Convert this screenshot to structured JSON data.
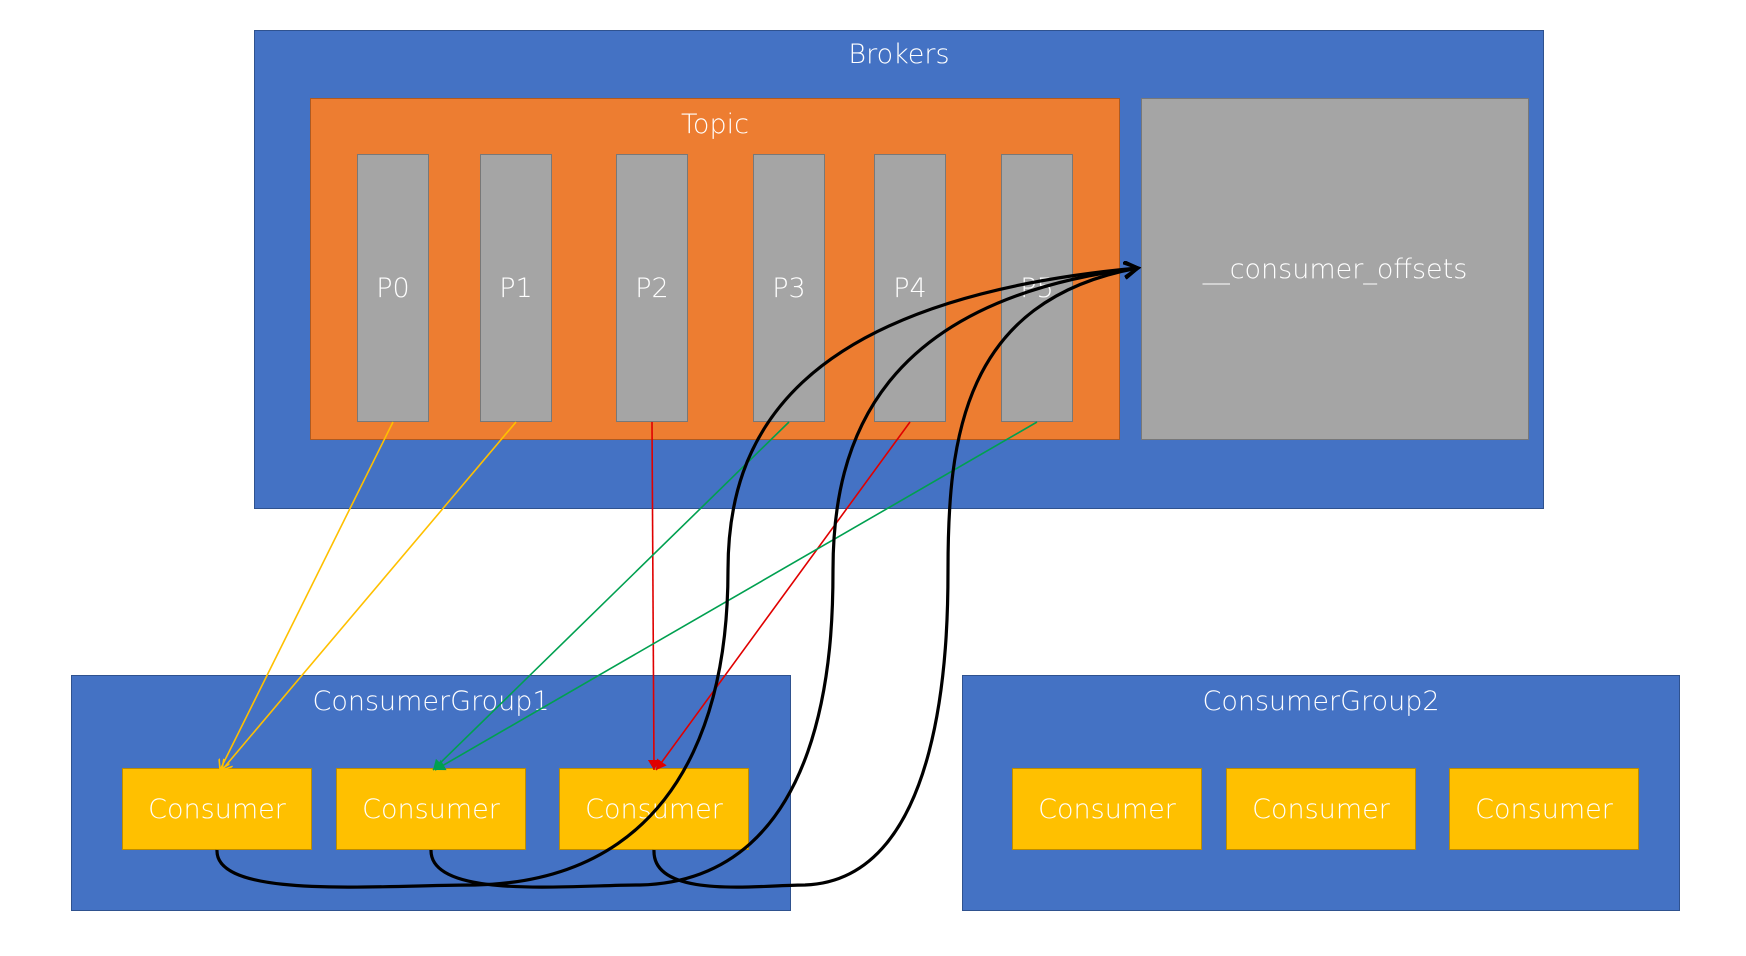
{
  "brokers": {
    "label": "Brokers"
  },
  "topic": {
    "label": "Topic",
    "partitions": [
      "P0",
      "P1",
      "P2",
      "P3",
      "P4",
      "P5"
    ]
  },
  "offsets": {
    "label": "__consumer_offsets"
  },
  "group1": {
    "label": "ConsumerGroup1",
    "consumers": [
      "Consumer",
      "Consumer",
      "Consumer"
    ]
  },
  "group2": {
    "label": "ConsumerGroup2",
    "consumers": [
      "Consumer",
      "Consumer",
      "Consumer"
    ]
  },
  "colors": {
    "broker_blue": "#4472c4",
    "topic_orange": "#ed7d31",
    "partition_gray": "#a5a5a5",
    "consumer_yellow": "#ffc000",
    "arrow_yellow": "#ffc000",
    "arrow_red": "#e00000",
    "arrow_green": "#00a050",
    "commit_black": "#000000"
  }
}
